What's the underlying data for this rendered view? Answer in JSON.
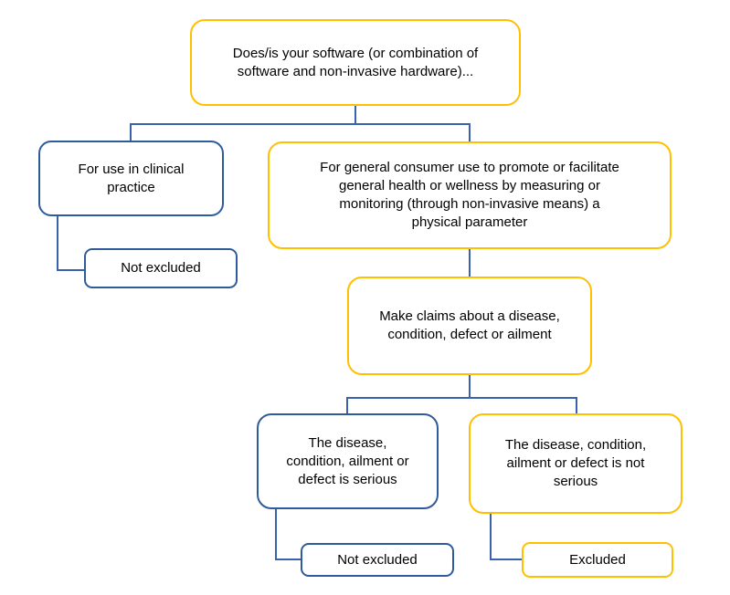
{
  "diagram": {
    "type": "flowchart",
    "background": "#ffffff",
    "colors": {
      "yellow_border": "#FFC000",
      "blue_border": "#2F5B9B",
      "connector": "#3A62AD",
      "text": "#000000"
    },
    "nodes": {
      "root": {
        "label": "Does/is your software (or combination of\nsoftware and non-invasive hardware)...",
        "color": "yellow"
      },
      "clinical": {
        "label": "For use in clinical\npractice",
        "color": "blue"
      },
      "not_excluded_clinical": {
        "label": "Not excluded",
        "color": "blue"
      },
      "consumer": {
        "label": "For general consumer use to promote or facilitate\ngeneral health or wellness by measuring or\nmonitoring (through non-invasive means) a\nphysical parameter",
        "color": "yellow"
      },
      "claims": {
        "label": "Make claims about a disease,\ncondition, defect or ailment",
        "color": "yellow"
      },
      "serious": {
        "label": "The disease,\ncondition, ailment or\ndefect is serious",
        "color": "blue"
      },
      "not_serious": {
        "label": "The disease, condition,\nailment or defect is not\nserious",
        "color": "yellow"
      },
      "not_excluded_serious": {
        "label": "Not excluded",
        "color": "blue"
      },
      "excluded": {
        "label": "Excluded",
        "color": "yellow"
      }
    }
  }
}
